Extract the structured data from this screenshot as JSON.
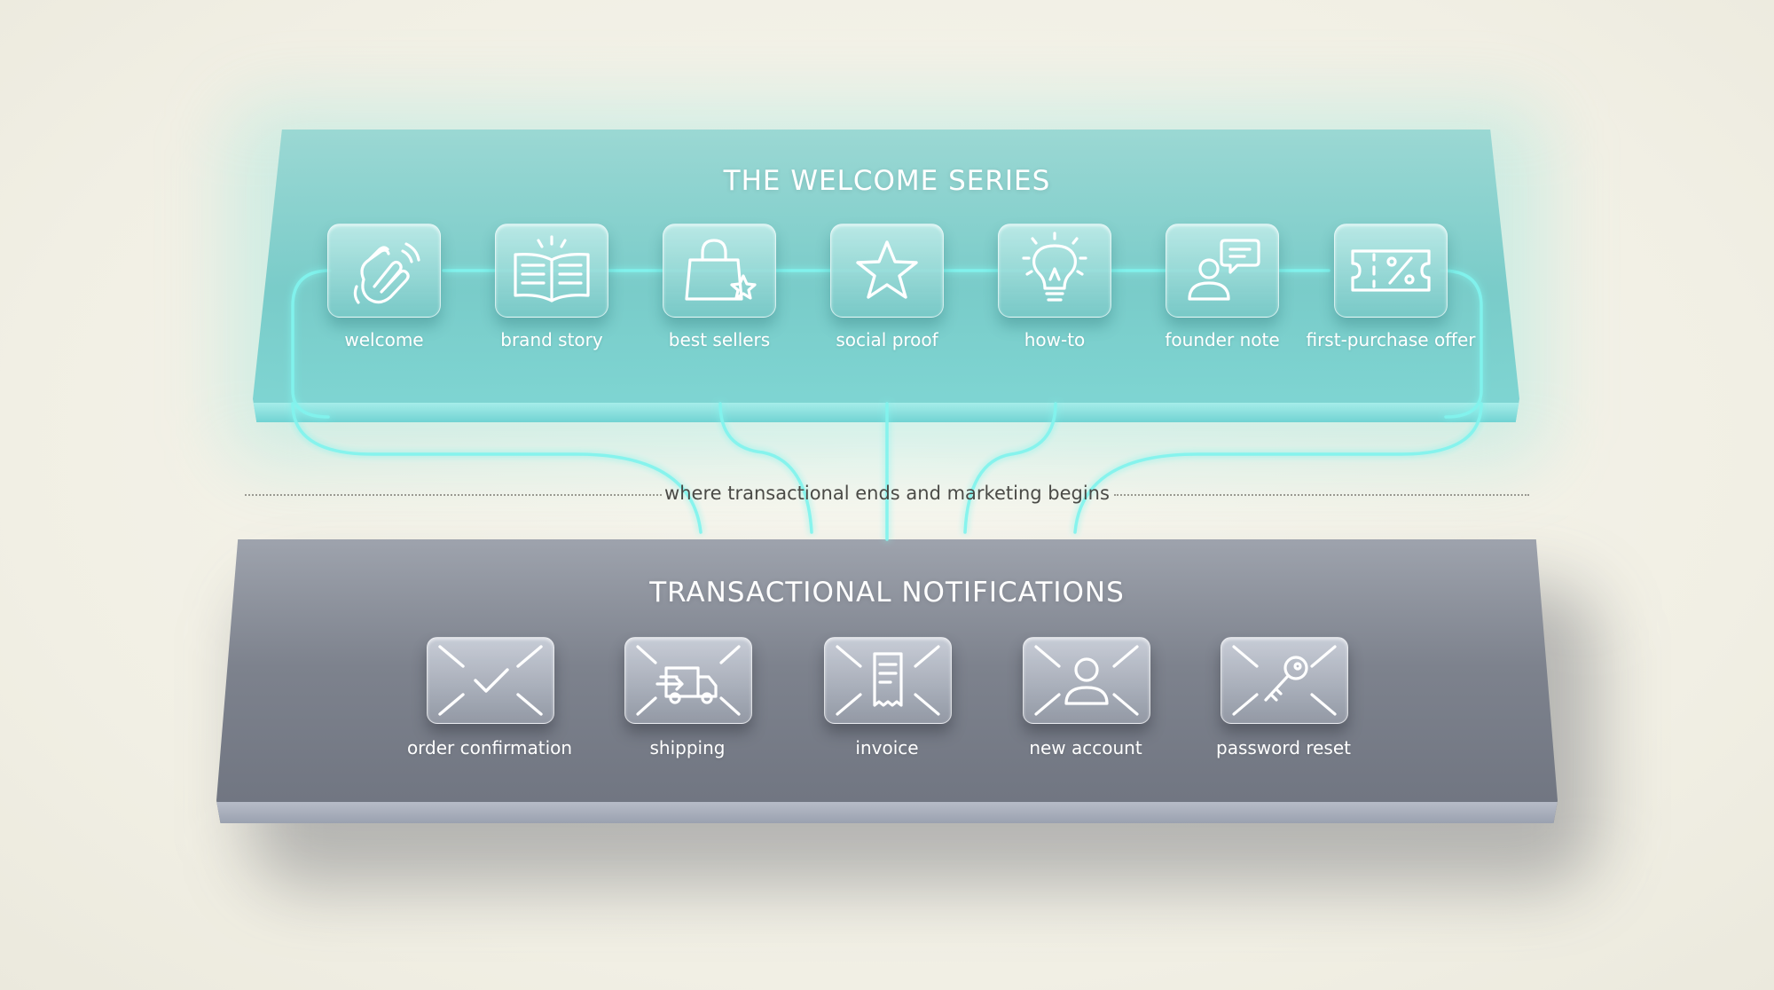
{
  "welcome_series": {
    "title": "THE WELCOME SERIES",
    "steps": [
      {
        "label": "welcome",
        "icon": "waving-hand-icon"
      },
      {
        "label": "brand story",
        "icon": "open-book-icon"
      },
      {
        "label": "best sellers",
        "icon": "shopping-bag-star-icon"
      },
      {
        "label": "social proof",
        "icon": "star-icon"
      },
      {
        "label": "how-to",
        "icon": "lightbulb-icon"
      },
      {
        "label": "founder note",
        "icon": "person-speech-bubble-icon"
      },
      {
        "label": "first-purchase offer",
        "icon": "percent-ticket-icon"
      }
    ]
  },
  "boundary": {
    "label": "where transactional ends and marketing begins"
  },
  "transactional": {
    "title": "TRANSACTIONAL NOTIFICATIONS",
    "items": [
      {
        "label": "order confirmation",
        "icon": "envelope-check-icon"
      },
      {
        "label": "shipping",
        "icon": "envelope-truck-icon"
      },
      {
        "label": "invoice",
        "icon": "envelope-receipt-icon"
      },
      {
        "label": "new account",
        "icon": "envelope-person-icon"
      },
      {
        "label": "password reset",
        "icon": "envelope-key-icon"
      }
    ]
  },
  "colors": {
    "welcome_panel": "#7fcfcc",
    "glow_line": "#7ff5ee",
    "transactional_panel": "#7d828d",
    "boundary_text": "#4a4a46"
  }
}
